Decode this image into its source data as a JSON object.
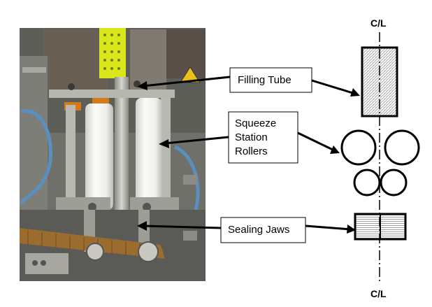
{
  "diagram": {
    "centerline_top_label": "C/L",
    "centerline_bottom_label": "C/L",
    "callouts": [
      {
        "id": "filling-tube",
        "lines": [
          "Filling Tube"
        ]
      },
      {
        "id": "squeeze-rollers",
        "lines": [
          "Squeeze",
          "Station",
          "Rollers"
        ]
      },
      {
        "id": "sealing-jaws",
        "lines": [
          "Sealing Jaws"
        ]
      }
    ]
  },
  "colors": {
    "photo_background": "#7a7a72",
    "roller_white": "#f2f2ee",
    "belt_brown": "#9c6b2e",
    "tape_yellow": "#d9e61a",
    "tube_hatch": "#9a9a9a",
    "jaw_hatch": "#8a8a8a"
  },
  "icons": [
    "machine-photo"
  ]
}
